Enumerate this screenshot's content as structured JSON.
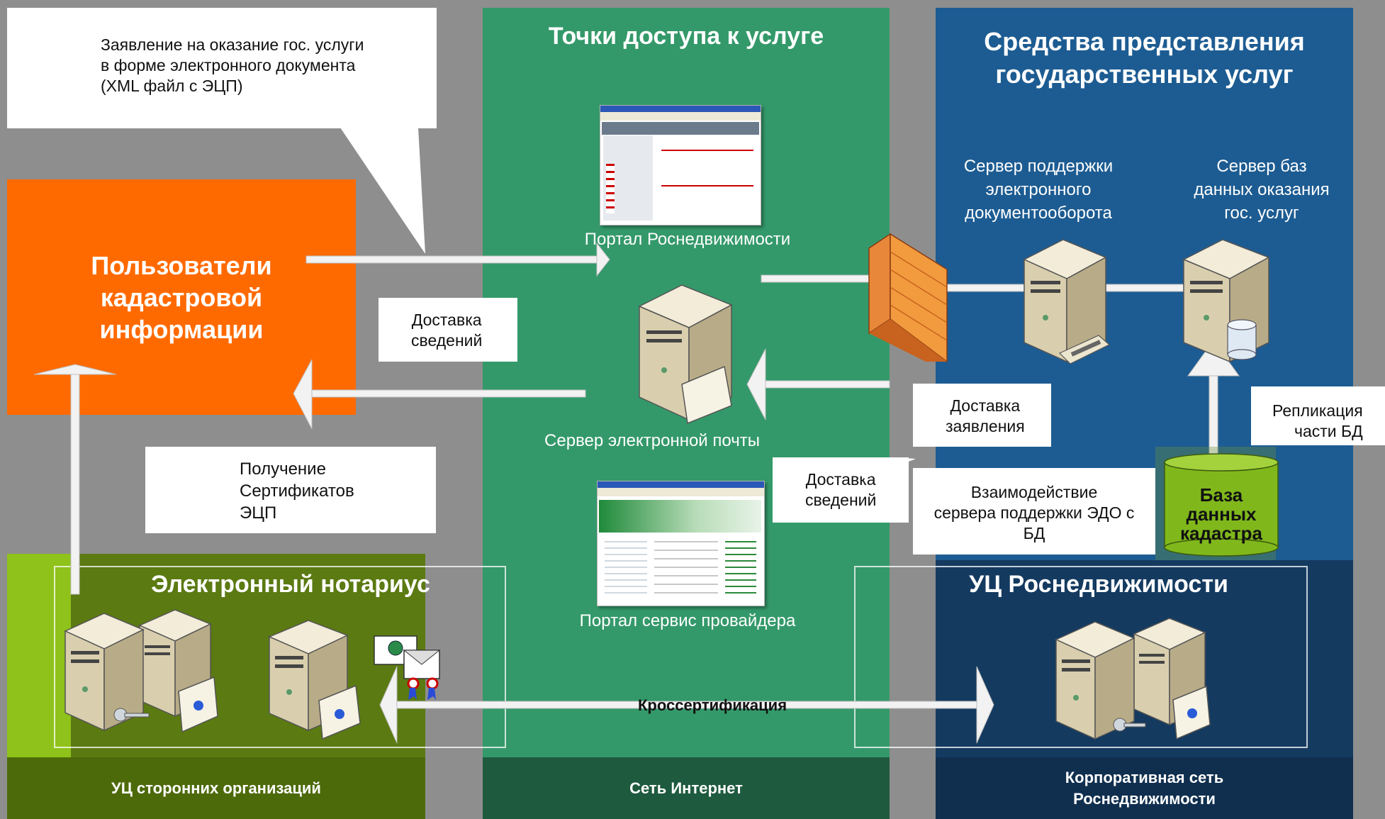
{
  "columns": {
    "internet_title": "Точки доступа к услуге",
    "corp_title_line1": "Средства представления",
    "corp_title_line2": "государственных услуг"
  },
  "callout_top": {
    "line1": "Заявление на оказание гос. услуги",
    "line2": "в форме электронного документа",
    "line3": "(XML файл с ЭЦП)"
  },
  "users_box": {
    "line1": "Пользователи",
    "line2": "кадастровой",
    "line3": "информации"
  },
  "labels": {
    "delivery_info_1_line1": "Доставка",
    "delivery_info_1_line2": "сведений",
    "certs_line1": "Получение",
    "certs_line2": "Сертификатов",
    "certs_line3": "ЭЦП",
    "delivery_app_line1": "Доставка",
    "delivery_app_line2": "заявления",
    "delivery_info_2_line1": "Доставка",
    "delivery_info_2_line2": "сведений",
    "replication_line1": "Репликация",
    "replication_line2": "части БД",
    "edo_line1": "Взаимодействие",
    "edo_line2": "сервера поддержки ЭДО  с",
    "edo_line3": "БД",
    "cross_cert": "Кроссертификация"
  },
  "nodes": {
    "portal_rosreestr": "Портал Роснедвижимости",
    "mail_server": "Сервер электронной почты",
    "portal_provider": "Портал сервис провайдера",
    "edo_server_line1": "Сервер поддержки",
    "edo_server_line2": "электронного",
    "edo_server_line3": "документооборота",
    "db_server_line1": "Сервер баз",
    "db_server_line2": "данных оказания",
    "db_server_line3": "гос. услуг",
    "cadastre_db_line1": "База",
    "cadastre_db_line2": "данных",
    "cadastre_db_line3": "кадастра",
    "notary_title": "Электронный нотариус",
    "uc_rosreestr_title": "УЦ Роснедвижимости"
  },
  "footers": {
    "ext": "УЦ сторонних организаций",
    "net": "Сеть Интернет",
    "corp_line1": "Корпоративная сеть",
    "corp_line2": "Роснедвижимости"
  },
  "colors": {
    "internet_green": "#34996a",
    "corp_blue": "#1d5c92",
    "users_orange": "#ff6a00",
    "notary_olive": "#5b7a12",
    "db_green": "#80b81c",
    "background_gray": "#8e8e8e"
  }
}
